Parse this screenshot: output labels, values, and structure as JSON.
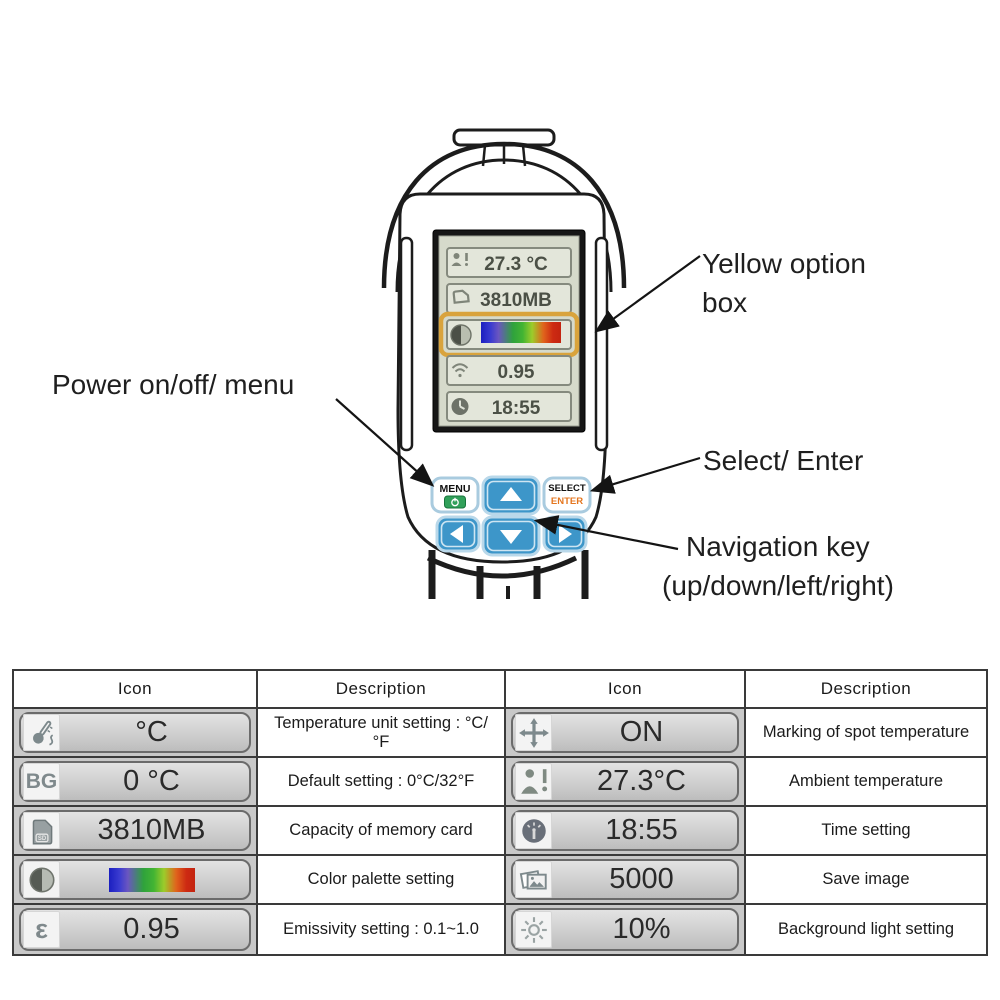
{
  "annotations": {
    "yellow_box": {
      "line1": "Yellow option",
      "line2": "box"
    },
    "power": "Power on/off/ menu",
    "select": "Select/ Enter",
    "nav": {
      "line1": "Navigation key",
      "line2": "(up/down/left/right)"
    }
  },
  "device": {
    "keys": {
      "menu": "MENU",
      "select": "SELECT",
      "enter": "ENTER"
    },
    "screen": {
      "rows": [
        {
          "icon": "ambient-temperature-icon",
          "value": "27.3 °C"
        },
        {
          "icon": "memory-card-icon",
          "value": "3810MB"
        },
        {
          "icon": "color-palette-icon",
          "value": "",
          "highlighted": true
        },
        {
          "icon": "emissivity-icon",
          "value": "0.95"
        },
        {
          "icon": "clock-icon",
          "value": "18:55"
        }
      ]
    }
  },
  "table": {
    "headers": [
      "Icon",
      "Description",
      "Icon",
      "Description"
    ],
    "left_rows": [
      {
        "icon": "thermometer-icon",
        "value": "°C",
        "desc": "Temperature unit setting :  °C/°F"
      },
      {
        "icon": "bg-icon",
        "icon_text": "BG",
        "value": "0 °C",
        "desc": "Default setting :  0°C/32°F"
      },
      {
        "icon": "sd-card-icon",
        "icon_text": "SD",
        "value": "3810MB",
        "desc": "Capacity of memory card"
      },
      {
        "icon": "color-palette-icon",
        "value": "",
        "desc": "Color palette setting"
      },
      {
        "icon": "epsilon-icon",
        "icon_text": "ε",
        "value": "0.95",
        "desc": "Emissivity setting :  0.1~1.0"
      }
    ],
    "right_rows": [
      {
        "icon": "move-cross-icon",
        "value": "ON",
        "desc": "Marking of spot temperature"
      },
      {
        "icon": "ambient-temperature-icon",
        "value": "27.3°C",
        "desc": "Ambient  temperature"
      },
      {
        "icon": "time-icon",
        "value": "18:55",
        "desc": "Time setting"
      },
      {
        "icon": "save-image-icon",
        "value": "5000",
        "desc": "Save image"
      },
      {
        "icon": "brightness-icon",
        "value": "10%",
        "desc": "Background light setting"
      }
    ]
  },
  "palette": {
    "gradient_style": "background:linear-gradient(90deg,#1b1fc0 0%,#3a3bd0 12%,#6a56c0 22%,#2fa23c 40%,#42b433 52%,#9ccc2b 64%,#e0641c 78%,#cd2a12 90%,#c32410 100%)"
  },
  "colors": {
    "highlight_box": "#d9a33c",
    "key_blue": "#3d96c9",
    "power_green": "#31a05a",
    "enter_orange": "#e4761f"
  }
}
